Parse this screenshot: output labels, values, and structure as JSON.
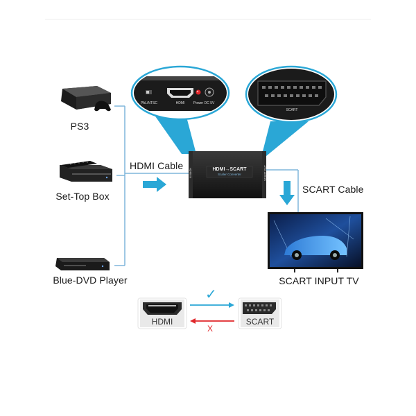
{
  "sources": {
    "ps3": "PS3",
    "set_top_box": "Set-Top Box",
    "blue_dvd_player": "Blue-DVD Player"
  },
  "cables": {
    "hdmi": "HDMI Cable",
    "scart": "SCART Cable"
  },
  "tv": {
    "label": "SCART INPUT TV"
  },
  "converter": {
    "title": "HDMI→SCART",
    "subtitle": "Scaler Converter",
    "left_port": "HDMI IN",
    "right_port": "SCART OUT"
  },
  "zoom_left": {
    "switch_label": "PAL/NTSC",
    "hdmi_label": "HDMI",
    "power_label": "Power",
    "dc_label": "DC 5V"
  },
  "zoom_right": {
    "scart_label": "SCART"
  },
  "direction": {
    "hdmi": "HDMI",
    "scart": "SCART",
    "ok_mark": "✓",
    "no_mark": "X"
  },
  "colors": {
    "accent_blue": "#2aa7d6",
    "line_blue": "#7fb6db",
    "device_dark": "#1c1c1c",
    "red": "#e0262a"
  }
}
